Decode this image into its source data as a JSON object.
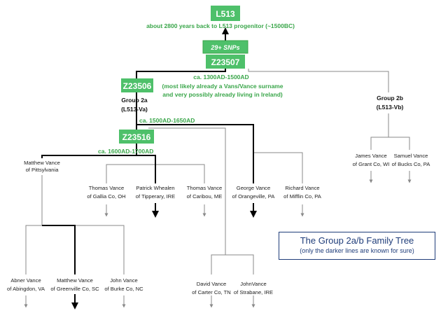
{
  "nodes": {
    "l513": {
      "label": "L513"
    },
    "snps": {
      "label": "29+ SNPs"
    },
    "z23507": {
      "label": "Z23507"
    },
    "z23506": {
      "label": "Z23506"
    },
    "z23516": {
      "label": "Z23516"
    }
  },
  "notes": {
    "progenitor": "about 2800 years back to L513 progenitor (~1500BC)",
    "era1_line1": "ca. 1300AD-1500AD",
    "era1_line2": "(most likely already a Vans/Vance surname",
    "era1_line3": "and very possibly already living in Ireland)",
    "era2": "ca. 1500AD-1650AD",
    "era3": "ca. 1600AD-1700AD"
  },
  "groups": {
    "g2a_line1": "Group 2a",
    "g2a_line2": "(L513-Va)",
    "g2b_line1": "Group 2b",
    "g2b_line2": "(L513-Vb)"
  },
  "people": {
    "matthew_pitts": [
      "Matthew Vance",
      "of Pittsylvania"
    ],
    "thomas_gallia": [
      "Thomas Vance",
      "of Gallia Co, OH"
    ],
    "patrick_whealen": [
      "Patrick Whealen",
      "of Tipperary, IRE"
    ],
    "thomas_caribou": [
      "Thomas Vance",
      "of Caribou, ME"
    ],
    "george_orangeville": [
      "George Vance",
      "of Orangeville, PA"
    ],
    "richard_mifflin": [
      "Richard Vance",
      "of Mifflin Co, PA"
    ],
    "james_grant": [
      "James Vance",
      "of Grant Co, WI"
    ],
    "samuel_bucks": [
      "Samuel Vance",
      "of Bucks Co, PA"
    ],
    "abner_abingdon": [
      "Abner Vance",
      "of Abingdon, VA"
    ],
    "matthew_greenville": [
      "Matthew Vance",
      "of Greenville Co, SC"
    ],
    "john_burke": [
      "John Vance",
      "of Burke Co, NC"
    ],
    "david_carter": [
      "David Vance",
      "of Carter Co, TN"
    ],
    "john_strabane": [
      "JohnVance",
      "of Strabane, IRE"
    ]
  },
  "legend": {
    "title": "The Group 2a/b Family Tree",
    "subtitle": "(only the darker lines are known for sure)"
  },
  "colors": {
    "green_box": "#4ec06a",
    "green_text": "#3aa64a",
    "known_line": "#000000",
    "uncertain_line": "#8a8a8a",
    "legend_border": "#1f3d7a"
  }
}
